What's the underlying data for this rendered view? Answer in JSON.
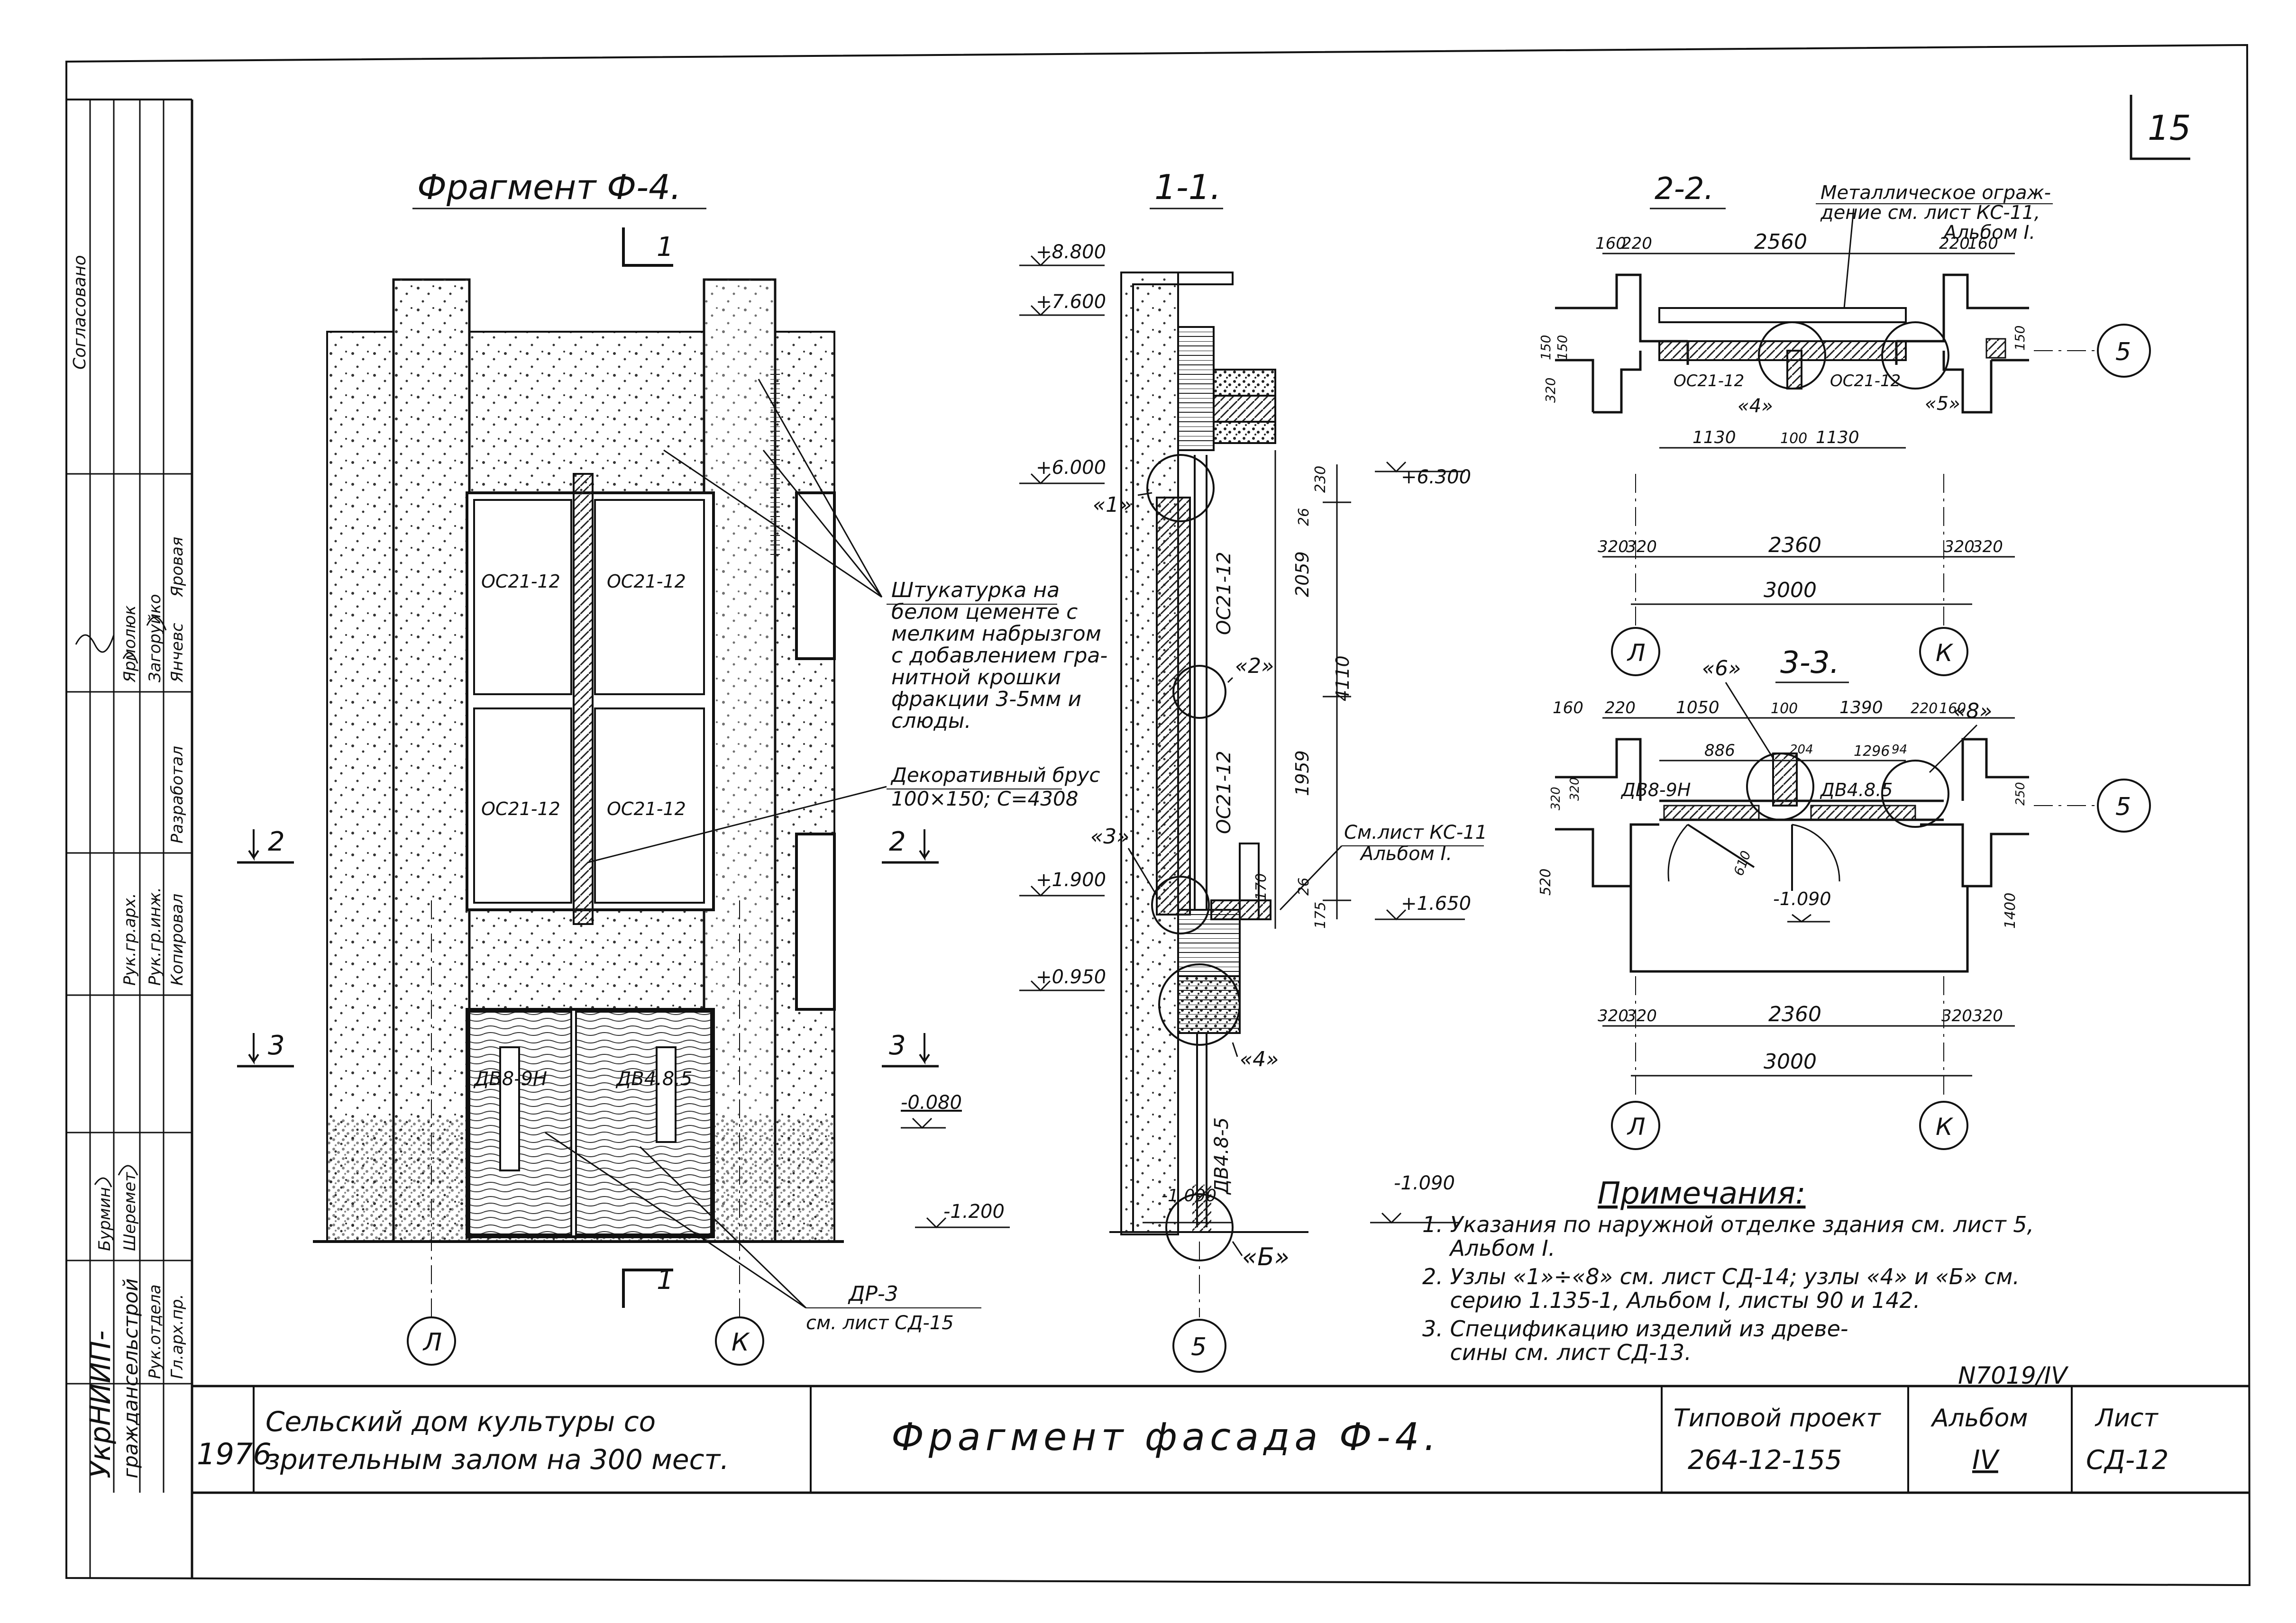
{
  "sheet_number": "15",
  "fragment": {
    "title": "Фрагмент Ф-4.",
    "section_mark": "1",
    "windows": [
      "ОС21-12",
      "ОС21-12",
      "ОС21-12",
      "ОС21-12"
    ],
    "doors": [
      "ДВ8-9Н",
      "ДВ4.8.5"
    ],
    "axes": [
      "Л",
      "К"
    ],
    "level_marks": [
      "2",
      "3",
      "2",
      "3"
    ],
    "plaster_note": [
      "Штукатурка на",
      "белом цементе с",
      "мелким набрызгом",
      "с добавлением гра-",
      "нитной крошки",
      "фракции 3-5мм и",
      "слюды."
    ],
    "beam_note": [
      "Декоративный брус",
      "100×150; С=4308"
    ],
    "door_note": [
      "ДР-3",
      "см. лист СД-15"
    ]
  },
  "section_1_1": {
    "title": "1-1.",
    "levels_left": [
      "+8.800",
      "+7.600",
      "+6.000",
      "+1.900",
      "+0.950",
      "-1.200"
    ],
    "levels_right": [
      "+6.300",
      "+1.650",
      "-1.090",
      "-1.090"
    ],
    "window_labels": [
      "ОС21-12",
      "ОС21-12",
      "ДВ4.8-5"
    ],
    "node_labels": [
      "«1»",
      "«2»",
      "«3»",
      "«4»",
      "«Б»"
    ],
    "dims": [
      "2059",
      "4110",
      "1959",
      "230",
      "26",
      "26",
      "175",
      "170"
    ],
    "zero_level": "-0.080",
    "axis": "5",
    "note": [
      "См.лист КС-11",
      "Альбом I."
    ]
  },
  "section_2_2": {
    "title": "2-2.",
    "note": [
      "Металлическое ограж-",
      "дение см. лист КС-11,",
      "Альбом I."
    ],
    "top_dims": [
      "160",
      "220",
      "2560",
      "220",
      "160"
    ],
    "inner_dims": [
      "1130",
      "100",
      "1130"
    ],
    "bottom_dims": [
      "320",
      "320",
      "2360",
      "320",
      "320"
    ],
    "total": "3000",
    "labels": [
      "ОС21-12",
      "«4»",
      "ОС21-12",
      "«5»"
    ],
    "side_dims": [
      "150",
      "150",
      "320",
      "150"
    ],
    "axes": [
      "5",
      "Л",
      "К"
    ]
  },
  "section_3_3": {
    "title": "3-3.",
    "top_dims": [
      "160",
      "220",
      "1050",
      "100",
      "1390",
      "220",
      "160"
    ],
    "inner_dims": [
      "886",
      "204",
      "1296",
      "94"
    ],
    "labels": [
      "ДВ8-9Н",
      "ДВ4.8.5",
      "«6»",
      "«8»"
    ],
    "level": "-1.090",
    "side_dims": [
      "520",
      "320",
      "320",
      "250",
      "1400",
      "610"
    ],
    "bottom_dims": [
      "320",
      "320",
      "2360",
      "320",
      "320"
    ],
    "total": "3000",
    "axes": [
      "5",
      "Л",
      "К"
    ]
  },
  "notes": {
    "title": "Примечания:",
    "items": [
      "1. Указания по наружной отделке здания см. лист 5,",
      "    Альбом I.",
      "2. Узлы «1»÷«8» см. лист СД-14; узлы «4» и «Б» см.",
      "    серию 1.135-1, Альбом I, листы 90 и 142.",
      "3. Спецификацию изделий из древе-",
      "    сины см. лист СД-13."
    ],
    "archive_number": "N7019/IV"
  },
  "side_stamp": {
    "organization": [
      "УкрНИИП-",
      "граждансельстрой"
    ],
    "roles": [
      "Рук.отдела",
      "Гл.арх.пр.",
      "Рук.гр.арх.",
      "Рук.гр.инж.",
      "Разработал",
      "Копировал"
    ],
    "names": [
      "Бурмин",
      "Шеремет",
      "Ярмолюк",
      "Загоруйко",
      "Янчевс",
      "Яровая"
    ],
    "sign_label": "Согласовано"
  },
  "title_block": {
    "year": "1976",
    "project_name": [
      "Сельский дом культуры со",
      "зрительным залом на 300 мест."
    ],
    "sheet_title": "Фрагмент фасада Ф-4.",
    "project_type_label": "Типовой проект",
    "project_code": "264-12-155",
    "album_label": "Альбом",
    "album_value": "IV",
    "sheet_label": "Лист",
    "sheet_value": "СД-12"
  }
}
